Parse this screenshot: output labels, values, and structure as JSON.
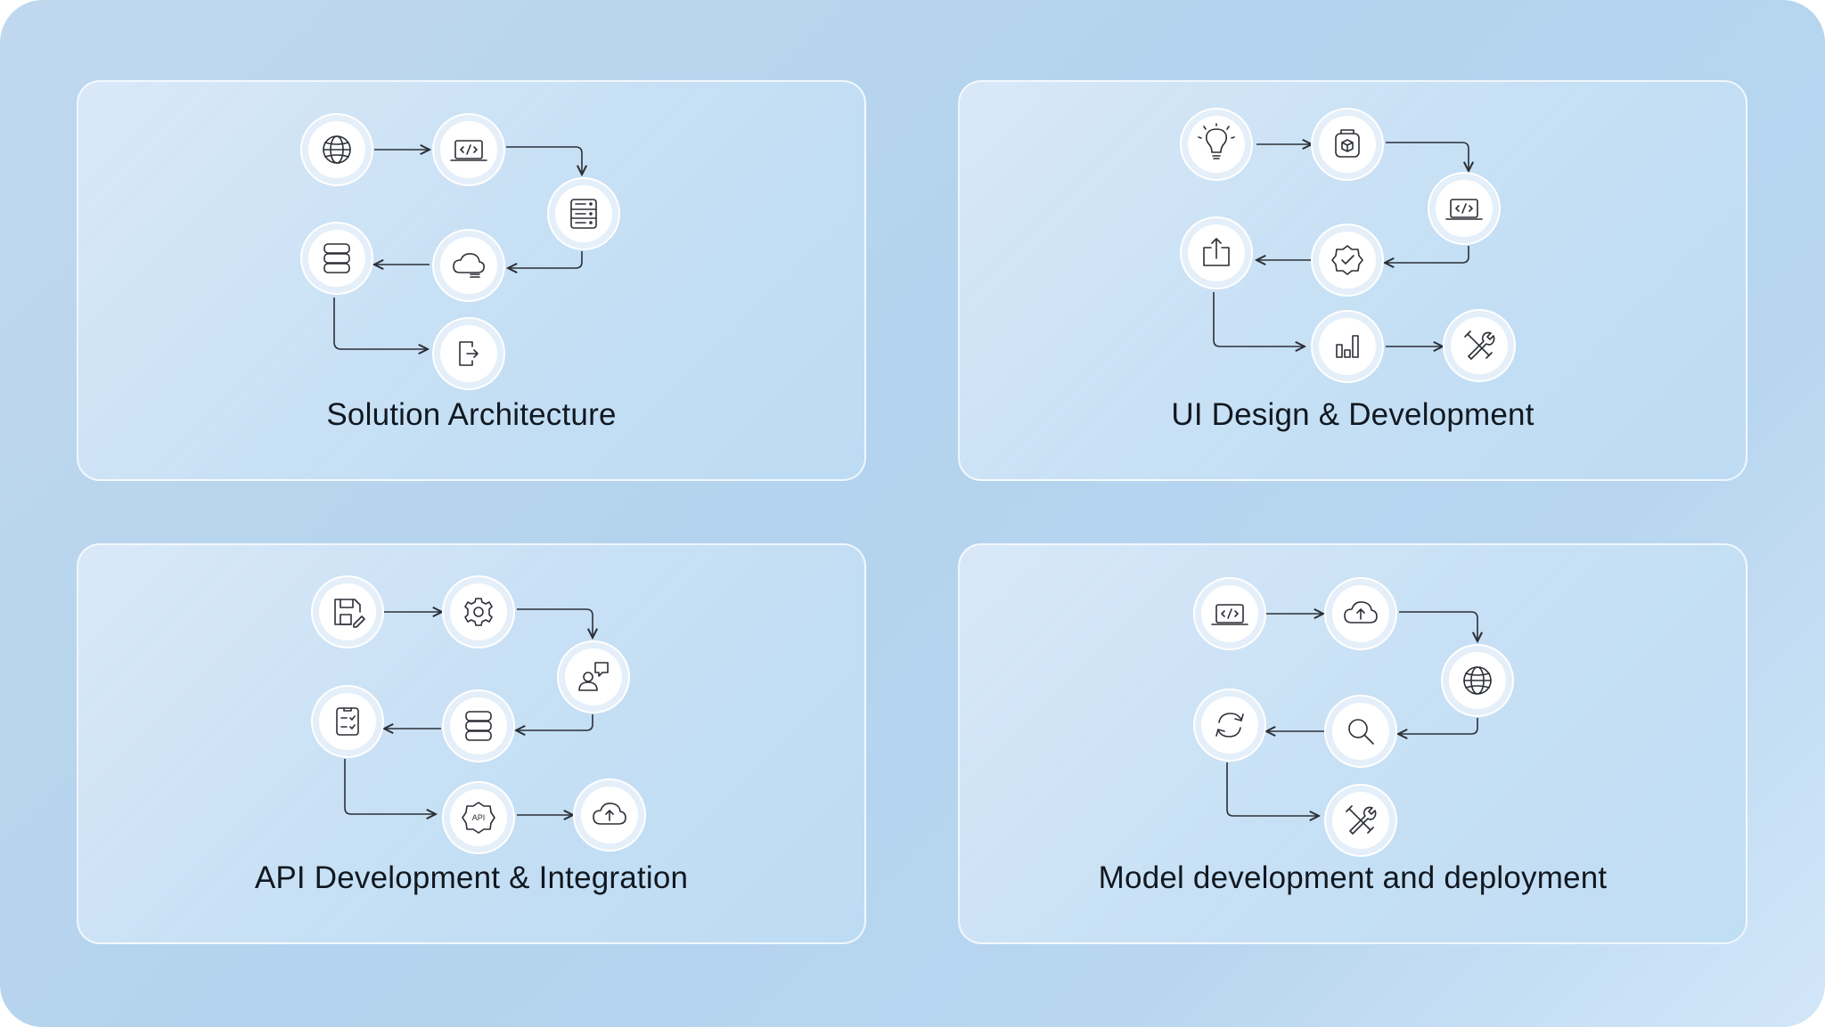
{
  "cards": [
    {
      "title": "Solution Architecture",
      "icons": [
        "globe-icon",
        "laptop-code-icon",
        "server-icon",
        "cloud-storage-icon",
        "database-icon",
        "exit-icon"
      ]
    },
    {
      "title": "UI Design & Development",
      "icons": [
        "lightbulb-icon",
        "package-icon",
        "laptop-code-icon",
        "verified-badge-icon",
        "share-upload-icon",
        "bar-chart-icon",
        "tools-icon"
      ]
    },
    {
      "title": "API Development & Integration",
      "icons": [
        "save-edit-icon",
        "gear-icon",
        "user-chat-icon",
        "database-icon",
        "clipboard-checklist-icon",
        "api-badge-icon",
        "cloud-upload-icon"
      ],
      "api_label": "API"
    },
    {
      "title": "Model development and deployment",
      "icons": [
        "laptop-code-icon",
        "cloud-upload-icon",
        "globe-icon",
        "search-icon",
        "refresh-icon",
        "tools-icon"
      ]
    }
  ],
  "colors": {
    "background": "#b3d3ee",
    "card": "#cfe3f6",
    "node": "#ffffff",
    "stroke": "#2b2f36",
    "title": "#111820"
  }
}
